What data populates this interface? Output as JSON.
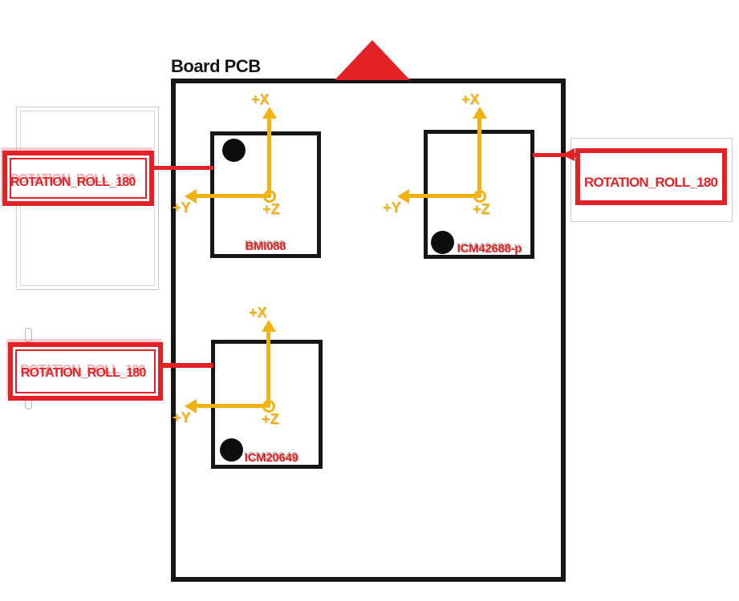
{
  "board": {
    "title": "Board PCB"
  },
  "chips": [
    {
      "name": "BMI088",
      "x_label": "+X",
      "y_label": "+Y",
      "z_label": "+Z"
    },
    {
      "name": "ICM42688-p",
      "x_label": "+X",
      "y_label": "+Y",
      "z_label": "+Z"
    },
    {
      "name": "ICM20649",
      "x_label": "+X",
      "y_label": "+Y",
      "z_label": "+Z"
    }
  ],
  "callouts": [
    {
      "label": "ROTATION_ROLL_180"
    },
    {
      "label": "ROTATION_ROLL_180"
    },
    {
      "label": "ROTATION_ROLL_180"
    }
  ],
  "colors": {
    "red": "#e32227",
    "yellow": "#f2b212",
    "ink": "#161616",
    "ghost": "#c9c9c9"
  }
}
